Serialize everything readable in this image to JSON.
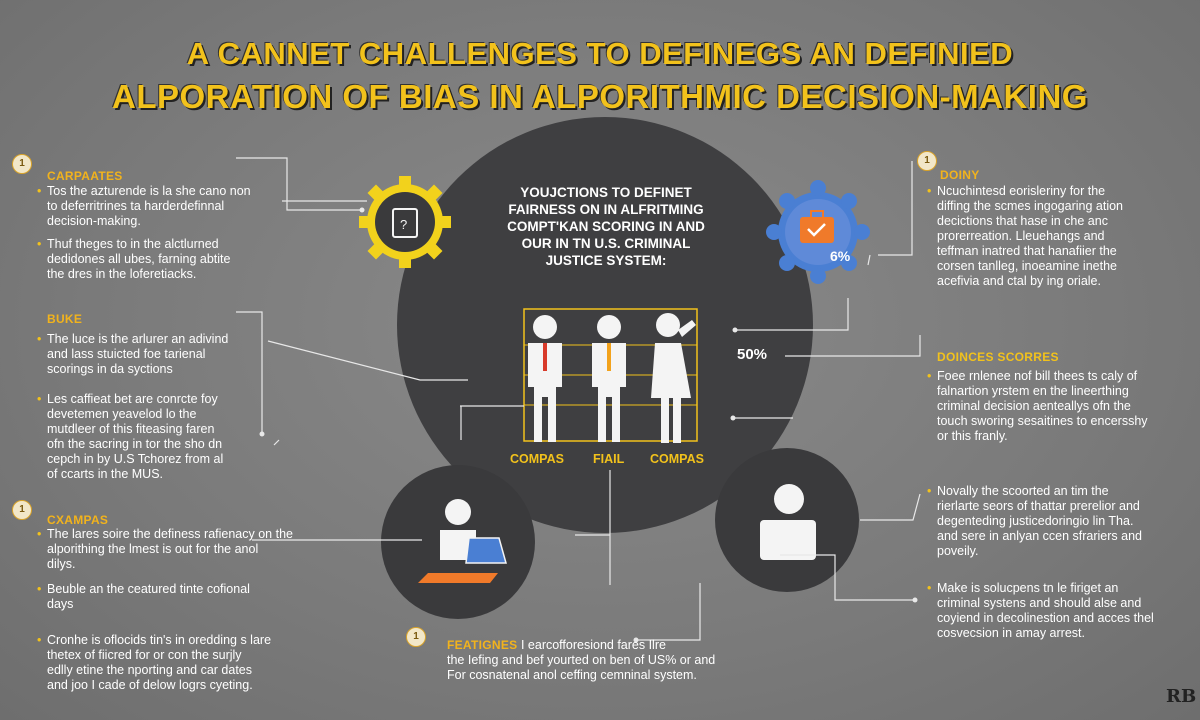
{
  "title": {
    "line1": "A CANNET CHALLENGES TO DEFINEGS AN DEFINIED",
    "line2": "ALPORATION OF BIAS IN ALPORITHMIC DECISION-MAKING"
  },
  "center": {
    "lines": [
      "YOUJCTIONS TO DEFINET",
      "FAIRNESS ON IN ALFRITMING",
      "COMPT'KAN SCORING IN AND",
      "OUR IN TN U.S. CRIMINAL",
      "JUSTICE SYSTEM:"
    ],
    "labels": [
      "COMPAS",
      "FIAIL",
      "COMPAS"
    ],
    "percent_center": "50%",
    "percent_badge": "6%"
  },
  "left": {
    "s1": {
      "number": "1",
      "heading": "CARPAATES",
      "b1": [
        "Tos the azturende is la she cano non",
        "to deferritrines ta harderdefinnal",
        "decision-making."
      ],
      "b2": [
        "Thuf theges to in the alctlurned",
        "dedidones all ubes, farning abtite",
        "the dres in the loferetiacks."
      ]
    },
    "s2": {
      "heading": "BUKE",
      "b1": [
        "The luce is the arlurer an adivind",
        "and lass stuicted foe tarienal",
        "scorings in da syctions"
      ],
      "b2": [
        "Les caffieat bet are conrcte foy",
        "devetemen yeavelod lo the",
        "mutdleer of this fiteasing faren",
        "ofn the sacring in tor the sho dn",
        "cepch in by U.S Tchorez from al",
        "of ccarts in the MUS."
      ]
    },
    "s3": {
      "number": "1",
      "heading": "CXAMPAS",
      "b1": [
        "The lares soire the definess rafienacy on the",
        "alporithing the lmest is out for the anol",
        "dilys."
      ],
      "b2": [
        "Beuble an the ceatured tinte cofional",
        "days"
      ],
      "b3": [
        "Cronhe is oflocids tin's in oredding s lare",
        "thetex of fiicred for or con the surjly",
        "edlly etine the nporting and car dates",
        "and joo I cade of delow logrs cyeting."
      ]
    }
  },
  "right": {
    "s1": {
      "number": "1",
      "heading": "DOINY",
      "b1": [
        "Ncuchintesd eorisleriny for the",
        "diffing the scmes ingogaring ation",
        "decictions that hase in che anc",
        "prorerreation. Lleuehangs and",
        "teffman inatred that hanafiier the",
        "corsen tanlleg, inoeamine inethe",
        "acefivia and ctal by ing oriale."
      ]
    },
    "s2": {
      "heading": "DOINCES SCORRES",
      "b1": [
        "Foee rnlenee nof bill thees ts caly of",
        "falnartion yrstem en the lineerthing",
        "criminal decision aenteallys ofn the",
        "touch sworing sesaitines to encersshy",
        "or this franly."
      ]
    },
    "s3": {
      "b1": [
        "Novally the scoorted an tim the",
        "rierlarte seors of thattar prerelior and",
        "degenteding justicedoringio lin Tha.",
        "and sere in anlyan ccen sfrariers and",
        "poveily."
      ],
      "b2": [
        "Make is solucpens tn le firiget an",
        "criminal systens and should alse and",
        "coyiend in decolinestion and acces thel",
        "cosvecsion in amay arrest."
      ]
    }
  },
  "bottom": {
    "number": "1",
    "heading": "FEATIGNES",
    "line1_rest": "I earcofforesiond fares Ilre",
    "line2": "the Iefing and bef yourted on ben of US% or and",
    "line3": "For cosnatenal anol ceffing cemninal system."
  },
  "signature": "RB",
  "colors": {
    "accent": "#f2c21c",
    "background": "#7d7d7d",
    "circle": "#3f3f41",
    "badge_gear": "#f2d21c",
    "badge_blue": "#4a7fd3",
    "orange": "#f07a2a"
  }
}
